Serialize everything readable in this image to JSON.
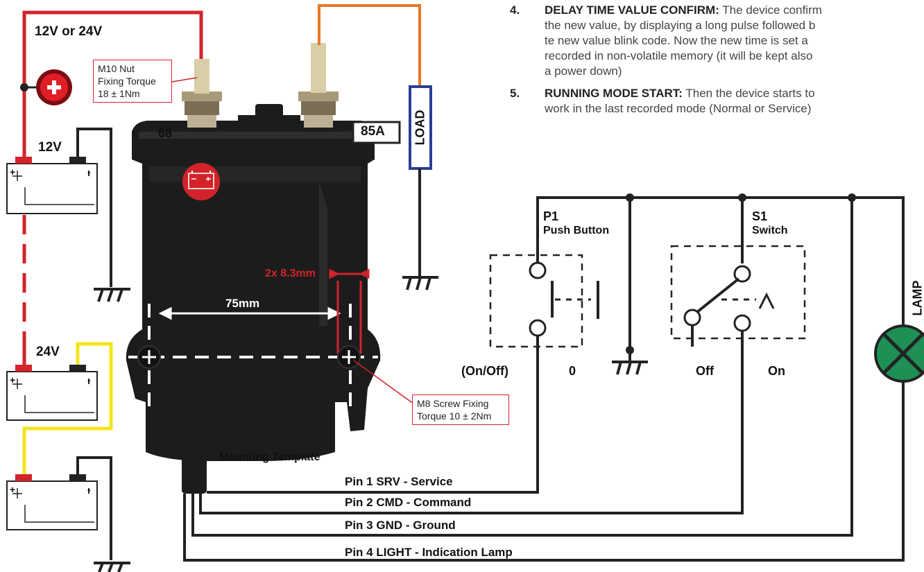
{
  "steps": [
    {
      "num": "4.",
      "heading": "DELAY TIME VALUE CONFIRM:",
      "lines": [
        "The device confirm",
        "the new value, by displaying a long pulse followed b",
        "te new value blink code. Now the new time is set a",
        "recorded in non-volatile memory (it will be kept also",
        "a power down)"
      ]
    },
    {
      "num": "5.",
      "heading": "RUNNING MODE START:",
      "lines": [
        "Then the device starts to",
        "work in the last recorded mode (Normal or Service)"
      ]
    }
  ],
  "supply_label": "12V or 24V",
  "battery_12v_label": "12V",
  "battery_24v_label": "24V",
  "nut_note": {
    "line1": "M10 Nut",
    "line2": "Fixing Torque",
    "line3": "18 ± 1Nm"
  },
  "terminal_number": "68",
  "rating_badge": "85A",
  "load_label": "LOAD",
  "hole_dimension": "2x 8.3mm",
  "spacing_dimension": "75mm",
  "screw_note": {
    "line1": "M8 Screw Fixing",
    "line2": "Torque 10 ± 2Nm"
  },
  "mounting_label": "Mounting Template",
  "p1": {
    "id": "P1",
    "name": "Push Button",
    "mode": "(On/Off)",
    "state": "0"
  },
  "s1": {
    "id": "S1",
    "name": "Switch",
    "off": "Off",
    "on": "On"
  },
  "lamp_label": "LAMP",
  "pins": [
    "Pin 1 SRV - Service",
    "Pin 2 CMD - Command",
    "Pin 3 GND - Ground",
    "Pin 4 LIGHT - Indication Lamp"
  ],
  "colors": {
    "wire_red": "#d2232a",
    "wire_yellow": "#f3e51c",
    "wire_orange": "#e87722",
    "load_blue": "#2b3d96",
    "lamp_green": "#1e8f55",
    "body": "#1c1c1c"
  }
}
